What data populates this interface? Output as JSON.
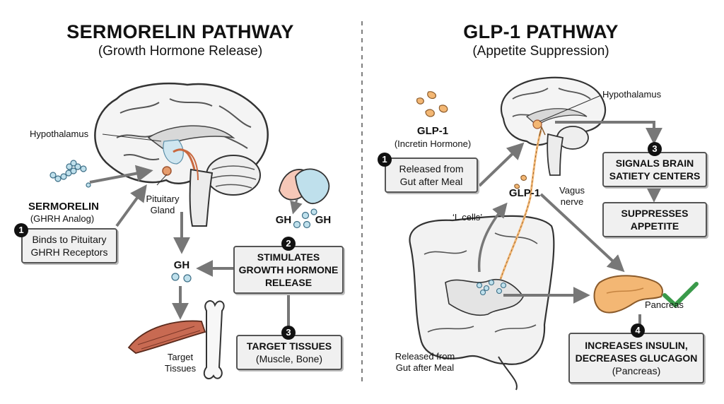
{
  "left": {
    "title": "SERMORELIN PATHWAY",
    "subtitle": "(Growth Hormone Release)",
    "hypothalamus": "Hypothalamus",
    "pituitary_line1": "Pituitary",
    "pituitary_line2": "Gland",
    "sermorelin": "SERMORELIN",
    "sermorelin_sub": "(GHRH Analog)",
    "step1_num": "1",
    "step1_line1": "Binds to Pituitary",
    "step1_line2": "GHRH Receptors",
    "gh_main": "GH",
    "gh_left": "GH",
    "gh_right": "GH",
    "step2_num": "2",
    "step2_line1": "STIMULATES",
    "step2_line2": "GROWTH HORMONE",
    "step2_line3": "RELEASE",
    "step3_num": "3",
    "step3_line1": "TARGET TISSUES",
    "step3_line2": "(Muscle, Bone)",
    "target_line1": "Target",
    "target_line2": "Tissues"
  },
  "right": {
    "title": "GLP-1 PATHWAY",
    "subtitle": "(Appetite Suppression)",
    "glp1": "GLP-1",
    "glp1_sub": "(Incretin Hormone)",
    "hypothalamus": "Hypothalamus",
    "step1_num": "1",
    "step1_line1": "Released from",
    "step1_line2": "Gut after Meal",
    "glp1_mid": "GLP-1",
    "vagus_line1": "Vagus",
    "vagus_line2": "nerve",
    "lcells": "‘L cells’",
    "step3_num": "3",
    "step3_line1": "SIGNALS BRAIN",
    "step3_line2": "SATIETY CENTERS",
    "suppress_line1": "SUPPRESSES",
    "suppress_line2": "APPETITE",
    "pancreas": "Pancreas",
    "step4_num": "4",
    "step4_line1": "INCREASES INSULIN,",
    "step4_line2": "DECREASES GLUCAGON",
    "step4_line3": "(Pancreas)",
    "gut_line1": "Released from",
    "gut_line2": "Gut after Meal"
  },
  "colors": {
    "hormone_blue": "#bfe0ec",
    "pituitary_orange": "#e59c6d",
    "muscle_red": "#c86a52",
    "pancreas_orange": "#f3b774",
    "check_green": "#3a9a4a",
    "box_fill": "#f0f0f0"
  },
  "icons": [
    "brain-icon",
    "sermorelin-molecule-icon",
    "muscle-icon",
    "bone-icon",
    "glp1-molecule-icon",
    "intestine-icon",
    "pancreas-icon",
    "check-icon"
  ]
}
